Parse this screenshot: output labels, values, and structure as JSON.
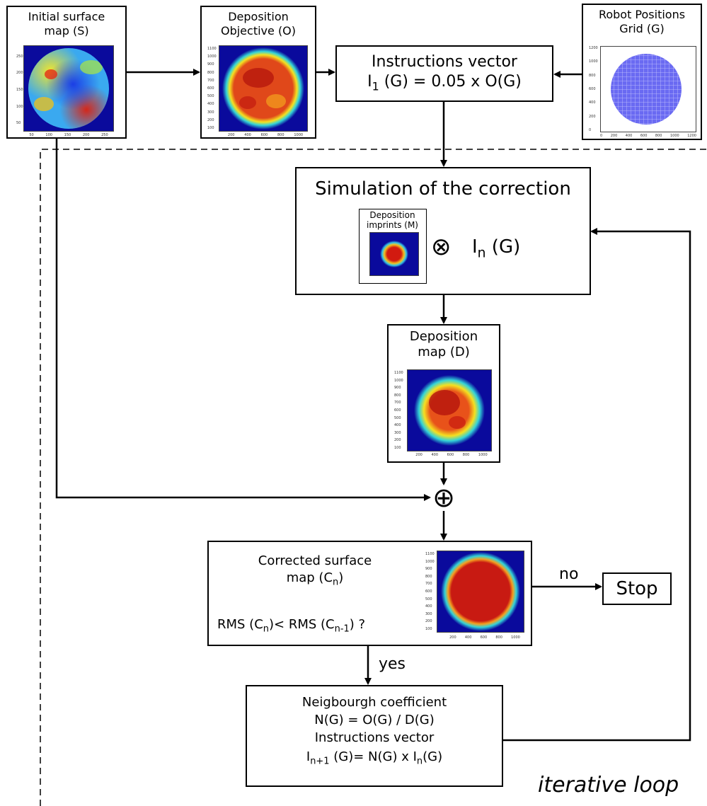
{
  "colors": {
    "line": "#000000",
    "jet_dark": "#0a0a9c",
    "jet_red": "#d21a10",
    "grid_blue": "#7a7af0"
  },
  "nodes": {
    "initial_surface": {
      "line1": "Initial surface",
      "line2": "map (S)"
    },
    "deposition_objective": {
      "line1": "Deposition",
      "line2": "Objective (O)"
    },
    "instructions_vector_1": {
      "line1": "Instructions vector",
      "formula_I": "I",
      "formula_sub": "1",
      "formula_rest": " (G) = 0.05 x O(G)"
    },
    "robot_grid": {
      "line1": "Robot Positions",
      "line2": "Grid (G)"
    },
    "simulation": {
      "title": "Simulation of the correction",
      "imprint_line1": "Deposition",
      "imprint_line2": "imprints (M)",
      "conv_symbol": "⊗",
      "In_I": "I",
      "In_sub": "n",
      "In_rest": " (G)"
    },
    "deposition_map": {
      "line1": "Deposition",
      "line2": "map (D)"
    },
    "sum_symbol": "⊕",
    "corrected": {
      "line1": "Corrected surface",
      "line2a": "map (C",
      "line2_sub": "n",
      "line2b": ")",
      "rms_a": "RMS (C",
      "rms_sub1": "n",
      "rms_b": ")< RMS (C",
      "rms_sub2": "n-1",
      "rms_c": ") ?"
    },
    "stop": "Stop",
    "neighbour": {
      "line1": "Neigbourgh coefficient",
      "line2": "N(G) = O(G) / D(G)",
      "line3": "Instructions vector",
      "l4_I": "I",
      "l4_sub1": "n+1",
      "l4_mid": " (G)= N(G) x I",
      "l4_sub2": "n",
      "l4_end": "(G)"
    }
  },
  "edge_labels": {
    "no": "no",
    "yes": "yes"
  },
  "loop_label": "iterative loop",
  "axis_ticks": {
    "surface_x": [
      "50",
      "100",
      "150",
      "200",
      "250"
    ],
    "surface_y": [
      "50",
      "100",
      "150",
      "200",
      "250"
    ],
    "map_x": [
      "200",
      "400",
      "600",
      "800",
      "1000"
    ],
    "map_y": [
      "100",
      "200",
      "300",
      "400",
      "500",
      "600",
      "700",
      "800",
      "900",
      "1000",
      "1100"
    ],
    "grid_x": [
      "0",
      "200",
      "400",
      "600",
      "800",
      "1000",
      "1200"
    ],
    "grid_y": [
      "0",
      "200",
      "400",
      "600",
      "800",
      "1000",
      "1200"
    ]
  }
}
